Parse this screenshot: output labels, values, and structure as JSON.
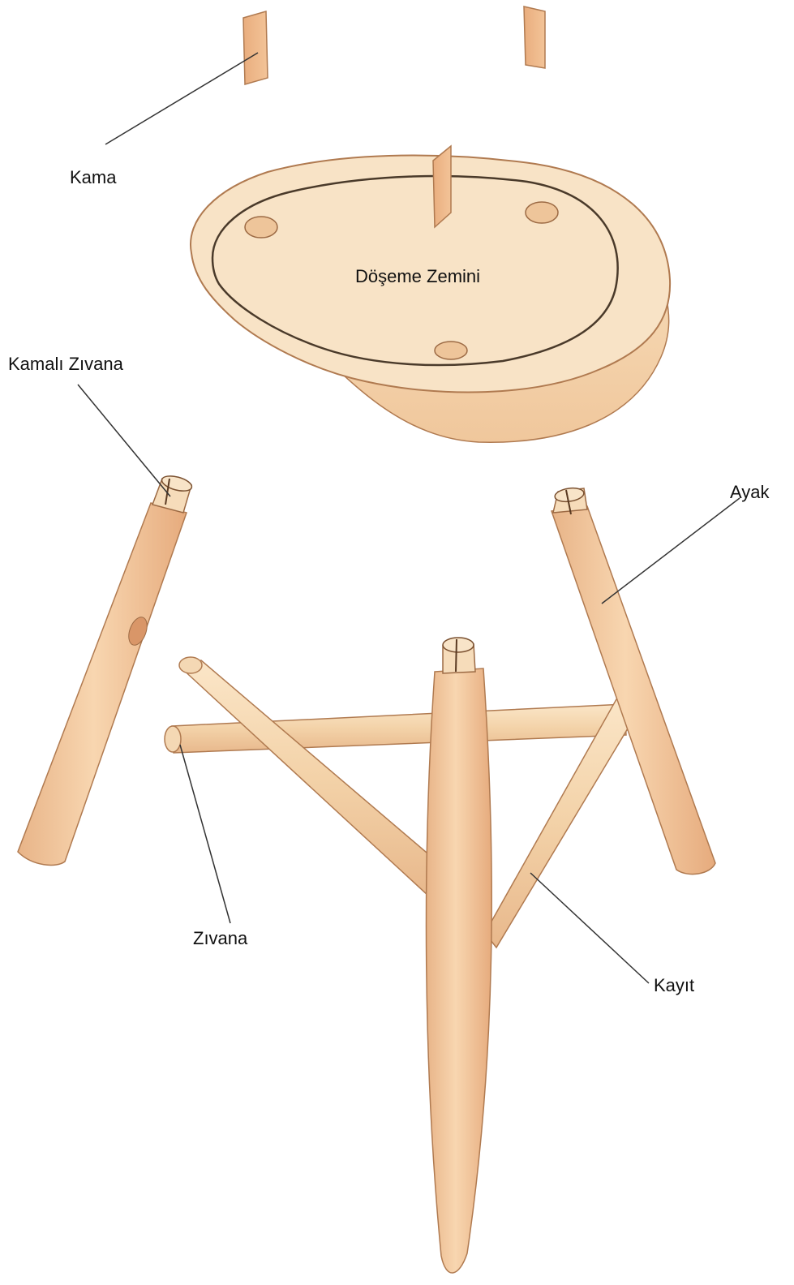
{
  "labels": {
    "wedge": "Kama",
    "seat_base": "Döşeme Zemini",
    "wedged_tenon": "Kamalı Zıvana",
    "leg": "Ayak",
    "tenon": "Zıvana",
    "stretcher": "Kayıt"
  },
  "colors": {
    "wood_light": "#f6dfbe",
    "wood_mid": "#f0c79b",
    "wood_dark": "#e3a87a",
    "outline": "#b07a50",
    "leader": "#333333"
  }
}
